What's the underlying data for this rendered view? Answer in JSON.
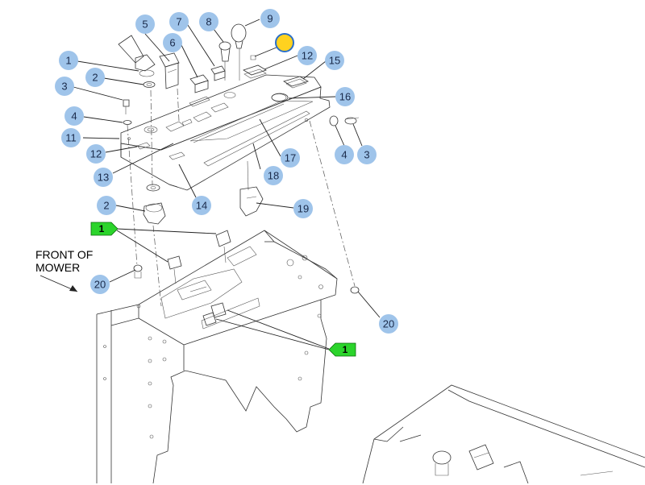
{
  "note": {
    "front_label": "FRONT OF\nMOWER"
  },
  "colors": {
    "callout_fill": "#9fc4ea",
    "callout_text": "#1a2a4a",
    "flag_fill": "#2bd42b",
    "highlight_fill": "#ffd21f",
    "highlight_stroke": "#2a6fc9"
  },
  "callouts": [
    {
      "label": "1"
    },
    {
      "label": "2"
    },
    {
      "label": "3"
    },
    {
      "label": "4"
    },
    {
      "label": "5"
    },
    {
      "label": "6"
    },
    {
      "label": "7"
    },
    {
      "label": "8"
    },
    {
      "label": "9"
    },
    {
      "label": "12"
    },
    {
      "label": "15"
    },
    {
      "label": "16"
    },
    {
      "label": "11"
    },
    {
      "label": "12"
    },
    {
      "label": "13"
    },
    {
      "label": "17"
    },
    {
      "label": "4"
    },
    {
      "label": "3"
    },
    {
      "label": "18"
    },
    {
      "label": "2"
    },
    {
      "label": "14"
    },
    {
      "label": "19"
    },
    {
      "label": "20"
    },
    {
      "label": "20"
    }
  ],
  "flags": [
    {
      "label": "1"
    },
    {
      "label": "1"
    }
  ]
}
